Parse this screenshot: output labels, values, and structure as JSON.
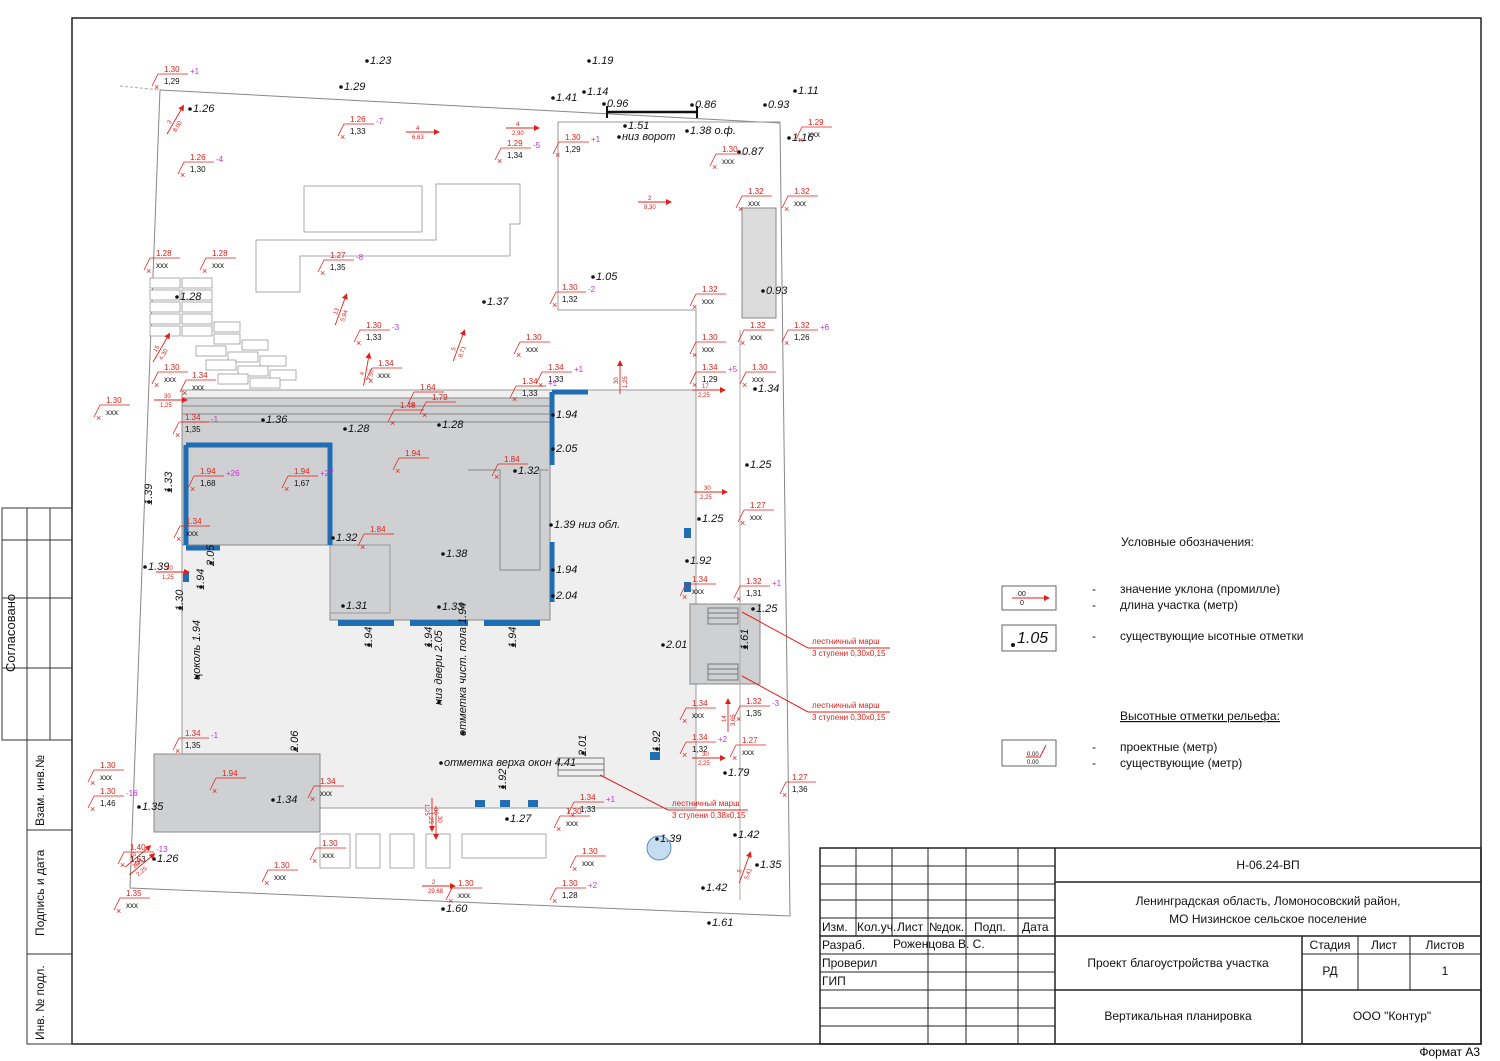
{
  "side_stamp": {
    "agreed": "Согласовано",
    "replace_inv": "Взам. инв.№",
    "sign_date": "Подпись и дата",
    "inv_orig": "Инв. № подл."
  },
  "legend": {
    "title": "Условные обозначения:",
    "slope_sample_top": "00",
    "slope_sample_bottom": "0",
    "slope_value": "значение уклона (промилле)",
    "slope_length": "длина участка (метр)",
    "existing_sample": "1.05",
    "existing_marks": "существующие ысотные отметки",
    "relief_title": "Высотные отметки рельефа:",
    "relief_sample_top": "0.00",
    "relief_sample_bottom": "0.00",
    "design": "проектные (метр)",
    "existing": "существующие (метр)",
    "dash": "-"
  },
  "title_block": {
    "code": "Н-06.24-ВП",
    "location_1": "Ленинградская область, Ломоносовский район,",
    "location_2": "МО Низинское сельское поселение",
    "project": "Проект благоустройства участка",
    "sheet_name": "Вертикальная планировка",
    "company": "ООО \"Контур\"",
    "hdr_izm": "Изм.",
    "hdr_kol": "Кол.уч.",
    "hdr_list": "Лист",
    "hdr_ndok": "№док.",
    "hdr_podp": "Подп.",
    "hdr_data": "Дата",
    "razrab": "Разраб.",
    "razrab_name": "Роженцова В. С.",
    "proveril": "Проверил",
    "gip": "ГИП",
    "stadia_h": "Стадия",
    "list_h": "Лист",
    "listov_h": "Листов",
    "stadia": "РД",
    "list": "",
    "listov": "1",
    "format": "Формат А3"
  },
  "plan": {
    "colors": {
      "red": "#e0201a",
      "blue": "#1f6db3",
      "magenta": "#c52fd9",
      "gray": "#cfd0d2",
      "light": "#e9eaeb"
    },
    "existing_marks": [
      {
        "t": "1.23"
      },
      {
        "t": "1.19"
      },
      {
        "t": "1.29"
      },
      {
        "t": "1.41"
      },
      {
        "t": "1.14"
      },
      {
        "t": "0.96"
      },
      {
        "t": "0.86"
      },
      {
        "t": "0.93"
      },
      {
        "t": "1.11"
      },
      {
        "t": "1.26"
      },
      {
        "t": "1.51"
      },
      {
        "t": "1.38 о.ф."
      },
      {
        "t": "0.87"
      },
      {
        "t": "1.16"
      },
      {
        "t": "1.05"
      },
      {
        "t": "1.37"
      },
      {
        "t": "1.28"
      },
      {
        "t": "0.93"
      },
      {
        "t": "1.34"
      },
      {
        "t": "1.36"
      },
      {
        "t": "1.28"
      },
      {
        "t": "1.28"
      },
      {
        "t": "1.94"
      },
      {
        "t": "2.05"
      },
      {
        "t": "1.32"
      },
      {
        "t": "1.33"
      },
      {
        "t": "1.39"
      },
      {
        "t": "1.25"
      },
      {
        "t": "1.39 низ обл."
      },
      {
        "t": "1.25"
      },
      {
        "t": "1.32"
      },
      {
        "t": "1.38"
      },
      {
        "t": "1.92"
      },
      {
        "t": "1.94"
      },
      {
        "t": "1.39"
      },
      {
        "t": "2.05"
      },
      {
        "t": "2.04"
      },
      {
        "t": "1.25"
      },
      {
        "t": "1.31"
      },
      {
        "t": "1.33"
      },
      {
        "t": "1.61"
      },
      {
        "t": "2.01"
      },
      {
        "t": "1.30"
      },
      {
        "t": "1.94"
      },
      {
        "t": "1.94"
      },
      {
        "t": "1.94"
      },
      {
        "t": "1.94"
      },
      {
        "t": "цоколь 1.94"
      },
      {
        "t": "низ двери 2.05"
      },
      {
        "t": "отметка чист. пола 1.94"
      },
      {
        "t": "2.06"
      },
      {
        "t": "2.01"
      },
      {
        "t": "1.92"
      },
      {
        "t": "отметка верха окон 4.41"
      },
      {
        "t": "1.79"
      },
      {
        "t": "1.35"
      },
      {
        "t": "1.34"
      },
      {
        "t": "1.92"
      },
      {
        "t": "1.27"
      },
      {
        "t": "1.39"
      },
      {
        "t": "1.42"
      },
      {
        "t": "1.26"
      },
      {
        "t": "1.35"
      },
      {
        "t": "1.42"
      },
      {
        "t": "1.60"
      },
      {
        "t": "1.61"
      },
      {
        "t": "низ ворот"
      }
    ],
    "design_marks": [
      {
        "top": "1.30",
        "bottom": "1,29",
        "delta": "+1"
      },
      {
        "top": "1.26",
        "bottom": "1,33",
        "delta": "-7"
      },
      {
        "top": "1.26",
        "bottom": "1,30",
        "delta": "-4"
      },
      {
        "top": "1.29",
        "bottom": "1,34",
        "delta": "-5"
      },
      {
        "top": "1.30",
        "bottom": "1,29",
        "delta": "+1"
      },
      {
        "top": "1.30",
        "bottom": "xxx",
        "delta": ""
      },
      {
        "top": "1.29",
        "bottom": "xxx",
        "delta": ""
      },
      {
        "top": "1.32",
        "bottom": "xxx",
        "delta": ""
      },
      {
        "top": "1.32",
        "bottom": "xxx",
        "delta": ""
      },
      {
        "top": "1.28",
        "bottom": "xxx",
        "delta": ""
      },
      {
        "top": "1.28",
        "bottom": "xxx",
        "delta": ""
      },
      {
        "top": "1.27",
        "bottom": "1,35",
        "delta": "-8"
      },
      {
        "top": "1.30",
        "bottom": "1,32",
        "delta": "-2"
      },
      {
        "top": "1.32",
        "bottom": "xxx",
        "delta": ""
      },
      {
        "top": "1.30",
        "bottom": "1,33",
        "delta": "-3"
      },
      {
        "top": "1.32",
        "bottom": "xxx",
        "delta": ""
      },
      {
        "top": "1.32",
        "bottom": "1,26",
        "delta": "+6"
      },
      {
        "top": "1.30",
        "bottom": "xxx",
        "delta": ""
      },
      {
        "top": "1.30",
        "bottom": "xxx",
        "delta": ""
      },
      {
        "top": "1.34",
        "bottom": "xxx",
        "delta": ""
      },
      {
        "top": "1.34",
        "bottom": "1,33",
        "delta": "+1"
      },
      {
        "top": "1.34",
        "bottom": "1,29",
        "delta": "+5"
      },
      {
        "top": "1.30",
        "bottom": "xxx",
        "delta": ""
      },
      {
        "top": "1.30",
        "bottom": "xxx",
        "delta": ""
      },
      {
        "top": "1.34",
        "bottom": "xxx",
        "delta": ""
      },
      {
        "top": "1.34",
        "bottom": "1,33",
        "delta": "+1"
      },
      {
        "top": "1.30",
        "bottom": "xxx",
        "delta": ""
      },
      {
        "top": "1.64",
        "bottom": "",
        "delta": ""
      },
      {
        "top": "1.49",
        "bottom": "",
        "delta": ""
      },
      {
        "top": "1.79",
        "bottom": "",
        "delta": ""
      },
      {
        "top": "1.34",
        "bottom": "1,35",
        "delta": "-1"
      },
      {
        "top": "1.94",
        "bottom": "",
        "delta": ""
      },
      {
        "top": "1.84",
        "bottom": "",
        "delta": ""
      },
      {
        "top": "1.94",
        "bottom": "1,68",
        "delta": "+26"
      },
      {
        "top": "1.94",
        "bottom": "1,67",
        "delta": "+27"
      },
      {
        "top": "1.27",
        "bottom": "xxx",
        "delta": ""
      },
      {
        "top": "1.34",
        "bottom": "xxx",
        "delta": ""
      },
      {
        "top": "1.84",
        "bottom": "",
        "delta": ""
      },
      {
        "top": "1.34",
        "bottom": "xxx",
        "delta": ""
      },
      {
        "top": "1.32",
        "bottom": "1,31",
        "delta": "+1"
      },
      {
        "top": "1.34",
        "bottom": "xxx",
        "delta": ""
      },
      {
        "top": "1.32",
        "bottom": "1,35",
        "delta": "-3"
      },
      {
        "top": "1.34",
        "bottom": "1,32",
        "delta": "+2"
      },
      {
        "top": "1.27",
        "bottom": "xxx",
        "delta": ""
      },
      {
        "top": "1.34",
        "bottom": "1,35",
        "delta": "-1"
      },
      {
        "top": "1.30",
        "bottom": "xxx",
        "delta": ""
      },
      {
        "top": "1.30",
        "bottom": "1,46",
        "delta": "-16"
      },
      {
        "top": "1.94",
        "bottom": "",
        "delta": ""
      },
      {
        "top": "1.34",
        "bottom": "xxx",
        "delta": ""
      },
      {
        "top": "1.27",
        "bottom": "1,36",
        "delta": ""
      },
      {
        "top": "1.34",
        "bottom": "1,33",
        "delta": "+1"
      },
      {
        "top": "1.30",
        "bottom": "xxx",
        "delta": ""
      },
      {
        "top": "1.30",
        "bottom": "xxx",
        "delta": ""
      },
      {
        "top": "1.30",
        "bottom": "xxx",
        "delta": ""
      },
      {
        "top": "1.30",
        "bottom": "xxx",
        "delta": ""
      },
      {
        "top": "1.30",
        "bottom": "1,28",
        "delta": "+2"
      },
      {
        "top": "1.30",
        "bottom": "xxx",
        "delta": ""
      },
      {
        "top": "1.40",
        "bottom": "1,53",
        "delta": "-13"
      },
      {
        "top": "1.35",
        "bottom": "xxx",
        "delta": ""
      }
    ],
    "slopes": [
      {
        "v": "4",
        "l": "6,63"
      },
      {
        "v": "4",
        "l": "2,90"
      },
      {
        "v": "2",
        "l": "8,30"
      },
      {
        "v": "13",
        "l": "5,94"
      },
      {
        "v": "5",
        "l": "8,71"
      },
      {
        "v": "3",
        "l": "8,00"
      },
      {
        "v": "4",
        "l": "7,50"
      },
      {
        "v": "30",
        "l": "1,25"
      },
      {
        "v": "17",
        "l": "2,25"
      },
      {
        "v": "30",
        "l": "1,25"
      },
      {
        "v": "30",
        "l": "1,25"
      },
      {
        "v": "30",
        "l": "2,25"
      },
      {
        "v": "30",
        "l": "1,25"
      },
      {
        "v": "14",
        "l": "3,65"
      },
      {
        "v": "30",
        "l": "2,25"
      },
      {
        "v": "30",
        "l": "1,25"
      },
      {
        "v": "2",
        "l": "29,68"
      },
      {
        "v": "40",
        "l": "2,25"
      },
      {
        "v": "40",
        "l": "2,25"
      },
      {
        "v": "5",
        "l": "5,41"
      },
      {
        "v": "15",
        "l": "4,30"
      }
    ],
    "stair_notes": [
      {
        "a": "лестничный марш",
        "b": "3 ступени 0,30х0,15"
      },
      {
        "a": "лестничный марш",
        "b": "3 ступени 0,30х0,15"
      },
      {
        "a": "лестничный марш",
        "b": "3 ступени 0,38х0,15"
      }
    ]
  }
}
